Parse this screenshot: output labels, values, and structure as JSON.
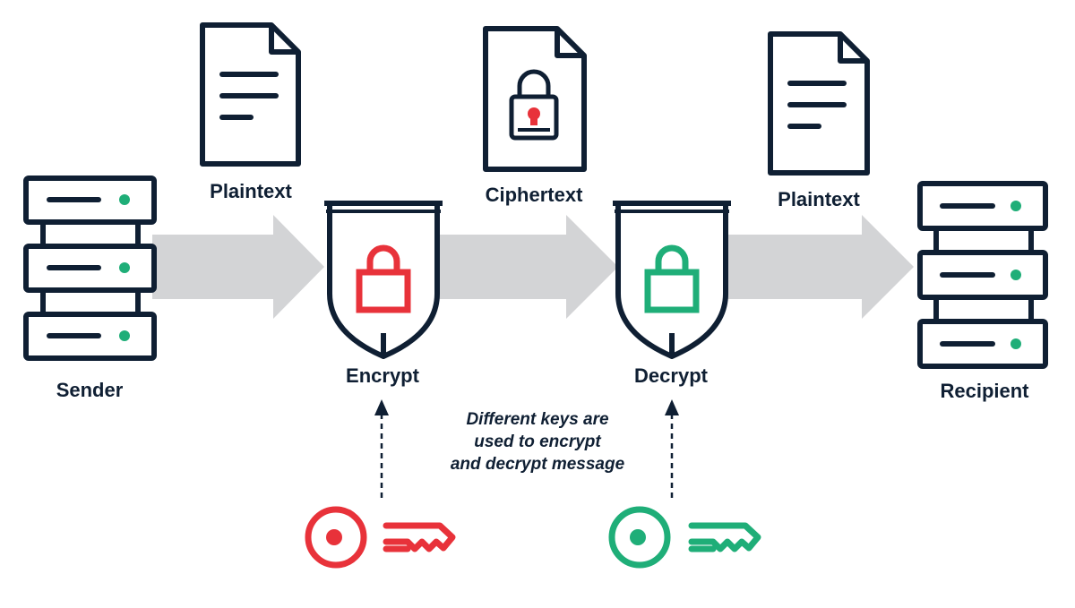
{
  "labels": {
    "sender": "Sender",
    "recipient": "Recipient",
    "plaintext_left": "Plaintext",
    "ciphertext": "Ciphertext",
    "plaintext_right": "Plaintext",
    "encrypt": "Encrypt",
    "decrypt": "Decrypt"
  },
  "note": {
    "line1": "Different keys are",
    "line2": "used to encrypt",
    "line3": "and decrypt message"
  },
  "colors": {
    "ink": "#0f1f33",
    "arrow": "#d3d4d6",
    "encrypt_red": "#e8323a",
    "decrypt_green": "#1fae78"
  },
  "icons": {
    "sender": "server-icon",
    "recipient": "server-icon",
    "plaintext": "document-icon",
    "ciphertext": "locked-document-icon",
    "encrypt": "shield-lock-icon",
    "decrypt": "shield-lock-icon",
    "encrypt_key": "key-icon",
    "decrypt_key": "key-icon"
  }
}
